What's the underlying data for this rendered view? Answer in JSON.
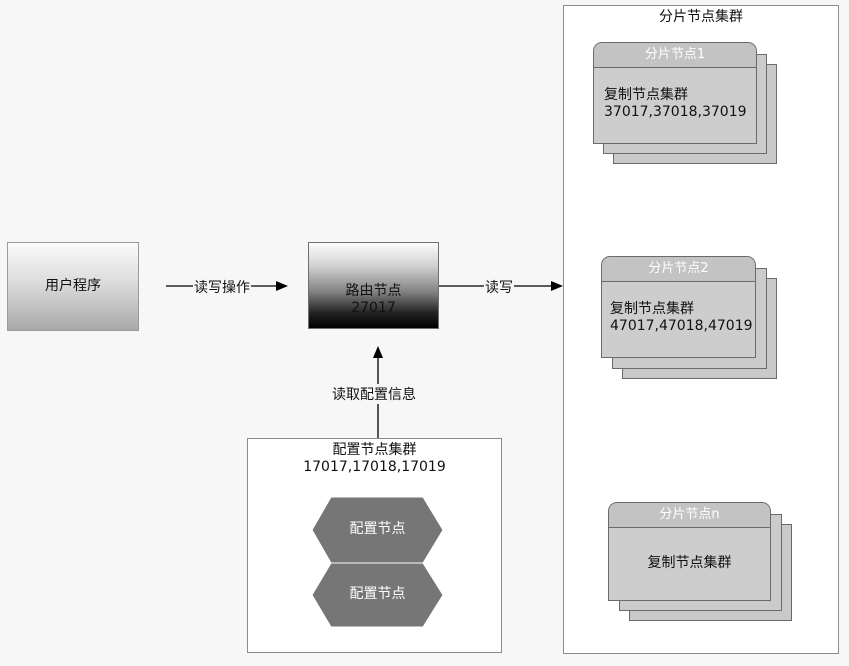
{
  "user_program": {
    "label": "用户程序"
  },
  "router": {
    "title": "路由节点",
    "port": "27017"
  },
  "edges": {
    "user_to_router": "读写操作",
    "router_to_shards": "读写",
    "config_to_router": "读取配置信息"
  },
  "config_cluster": {
    "title": "配置节点集群",
    "ports": "17017,17018,17019",
    "nodes": [
      {
        "label": "配置节点"
      },
      {
        "label": "配置节点"
      }
    ]
  },
  "shard_cluster": {
    "title": "分片节点集群",
    "shards": [
      {
        "title": "分片节点1",
        "body_title": "复制节点集群",
        "ports": "37017,37018,37019"
      },
      {
        "title": "分片节点2",
        "body_title": "复制节点集群",
        "ports": "47017,47018,47019"
      },
      {
        "title": "分片节点n",
        "body_title": "复制节点集群",
        "ports": ""
      }
    ]
  },
  "colors": {
    "background": "#f7f7f7",
    "hexagon_fill": "#767676",
    "card_fill": "#cdcdcd",
    "router_dark": "#000000"
  }
}
